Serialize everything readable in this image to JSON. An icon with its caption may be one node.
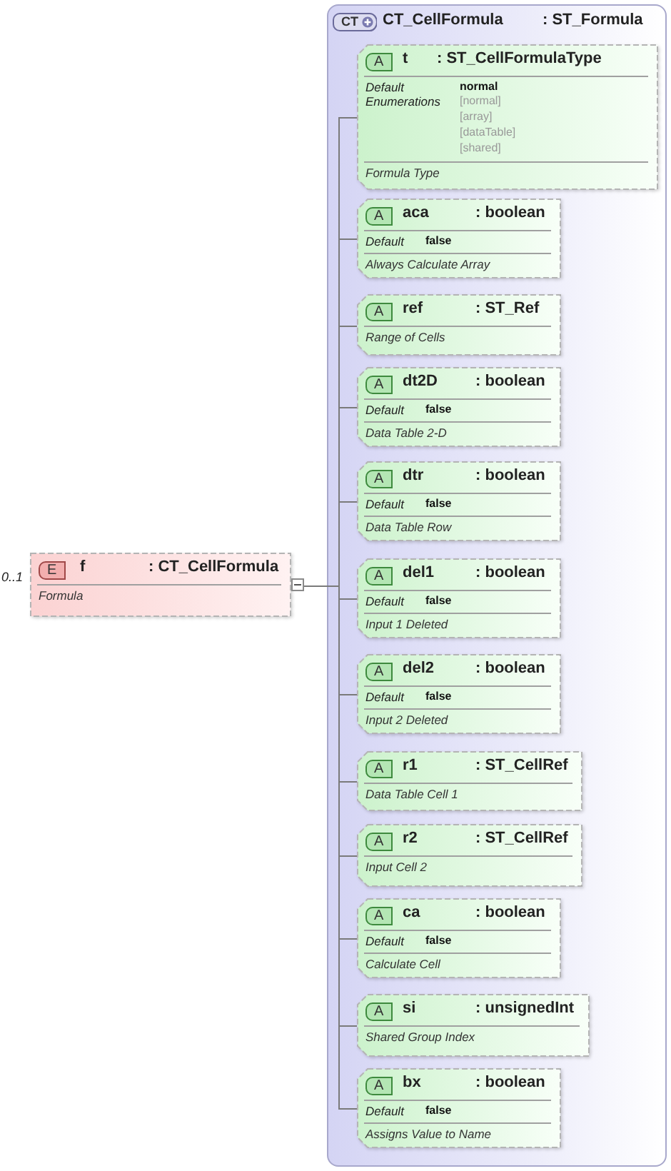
{
  "diagram": {
    "nodes": [
      {
        "text": [
          "E",
          "f",
          ": CT_CellFormula",
          "Formula"
        ],
        "beside": [
          "0..1"
        ]
      },
      {
        "text": [
          "CT",
          "CT_CellFormula",
          ": ST_Formula"
        ]
      },
      {
        "text": [
          "A",
          "t",
          ": ST_CellFormulaType",
          "Default",
          "normal",
          "Enumerations",
          "[normal]",
          "[array]",
          "[dataTable]",
          "[shared]",
          "Formula Type"
        ],
        "in": 1
      },
      {
        "text": [
          "A",
          "aca",
          ": boolean",
          "Default",
          "false",
          "Always Calculate Array"
        ],
        "in": 1
      },
      {
        "text": [
          "A",
          "ref",
          ": ST_Ref",
          "Range of Cells"
        ],
        "in": 1
      },
      {
        "text": [
          "A",
          "dt2D",
          ": boolean",
          "Default",
          "false",
          "Data Table 2-D"
        ],
        "in": 1
      },
      {
        "text": [
          "A",
          "dtr",
          ": boolean",
          "Default",
          "false",
          "Data Table Row"
        ],
        "in": 1
      },
      {
        "text": [
          "A",
          "del1",
          ": boolean",
          "Default",
          "false",
          "Input 1 Deleted"
        ],
        "in": 1
      },
      {
        "text": [
          "A",
          "del2",
          ": boolean",
          "Default",
          "false",
          "Input 2 Deleted"
        ],
        "in": 1
      },
      {
        "text": [
          "A",
          "r1",
          ": ST_CellRef",
          "Data Table Cell 1"
        ],
        "in": 1
      },
      {
        "text": [
          "A",
          "r2",
          ": ST_CellRef",
          "Input Cell 2"
        ],
        "in": 1
      },
      {
        "text": [
          "A",
          "ca",
          ": boolean",
          "Default",
          "false",
          "Calculate Cell"
        ],
        "in": 1
      },
      {
        "text": [
          "A",
          "si",
          ": unsignedInt",
          "Shared Group Index"
        ],
        "in": 1
      },
      {
        "text": [
          "A",
          "bx",
          ": boolean",
          "Default",
          "false",
          "Assigns Value to Name"
        ],
        "in": 1
      }
    ],
    "edges": [
      {
        "from": 0,
        "to": 2,
        "arrow": "none"
      },
      {
        "from": 0,
        "to": 3,
        "arrow": "none"
      },
      {
        "from": 0,
        "to": 4,
        "arrow": "none"
      },
      {
        "from": 0,
        "to": 5,
        "arrow": "none"
      },
      {
        "from": 0,
        "to": 6,
        "arrow": "none"
      },
      {
        "from": 0,
        "to": 7,
        "arrow": "none"
      },
      {
        "from": 0,
        "to": 8,
        "arrow": "none"
      },
      {
        "from": 0,
        "to": 9,
        "arrow": "none"
      },
      {
        "from": 0,
        "to": 10,
        "arrow": "none"
      },
      {
        "from": 0,
        "to": 11,
        "arrow": "none"
      },
      {
        "from": 0,
        "to": 12,
        "arrow": "none"
      },
      {
        "from": 0,
        "to": 13,
        "arrow": "none"
      }
    ]
  }
}
